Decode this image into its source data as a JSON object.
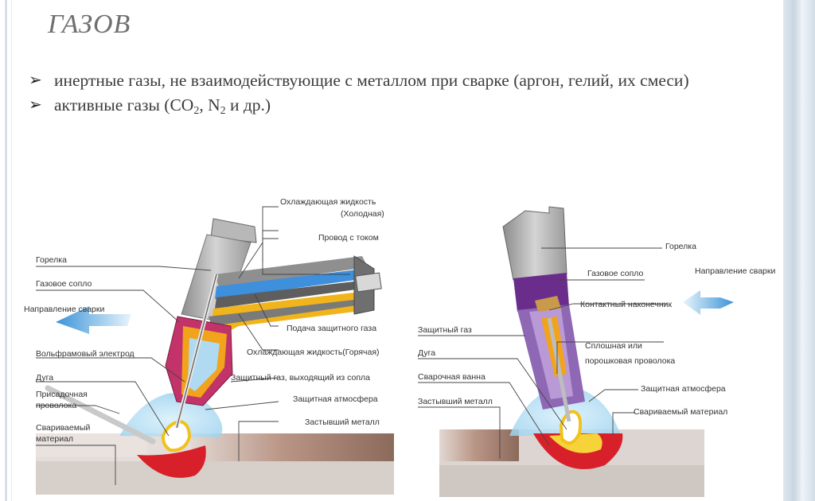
{
  "title": "ГАЗОВ",
  "bullets": [
    {
      "pre": "инертные газы, не взаимодействующие с металлом при сварке (аргон, гелий, их смеси)"
    },
    {
      "pre": "активные газы (CO",
      "sub1": "2",
      "mid": ", N",
      "sub2": "2",
      "post": " и др.)"
    }
  ],
  "left_diagram": {
    "labels": {
      "cool_cold_1": "Охлаждающая жидкость",
      "cool_cold_2": "(Холодная)",
      "wire_current": "Провод с током",
      "torch": "Горелка",
      "nozzle": "Газовое сопло",
      "direction": "Направление сварки",
      "gas_supply": "Подача защитного газа",
      "cool_hot": "Охлаждающая жидкость(Горячая)",
      "tungsten": "Вольфрамовый электрод",
      "gas_out": "Защитный газ, выходящий из сопла",
      "arc": "Дуга",
      "filler_1": "Присадочная",
      "filler_2": "проволока",
      "atmosphere": "Защитная атмосфера",
      "base_1": "Свариваемый",
      "base_2": "материал",
      "solid_metal": "Застывший металл"
    }
  },
  "right_diagram": {
    "labels": {
      "torch": "Горелка",
      "direction": "Направление сварки",
      "nozzle": "Газовое сопло",
      "contact_tip": "Контактный наконечник",
      "shield_gas": "Защитный газ",
      "solid_wire_1": "Сплошная или",
      "solid_wire_2": "порошковая проволока",
      "arc": "Дуга",
      "weld_pool": "Сварочная ванна",
      "atmosphere": "Защитная атмосфера",
      "solid_metal": "Застывший металл",
      "base": "Свариваемый материал"
    }
  },
  "colors": {
    "metal_dark": "#8b6a5c",
    "metal_light": "#d9cfca",
    "arrow_blue": "#5aa8e0",
    "nozzle_pink": "#c2336a",
    "nozzle_purple": "#6a2d8c",
    "gas_light_blue": "#bfe3f5",
    "weld_red": "#d8202a"
  }
}
